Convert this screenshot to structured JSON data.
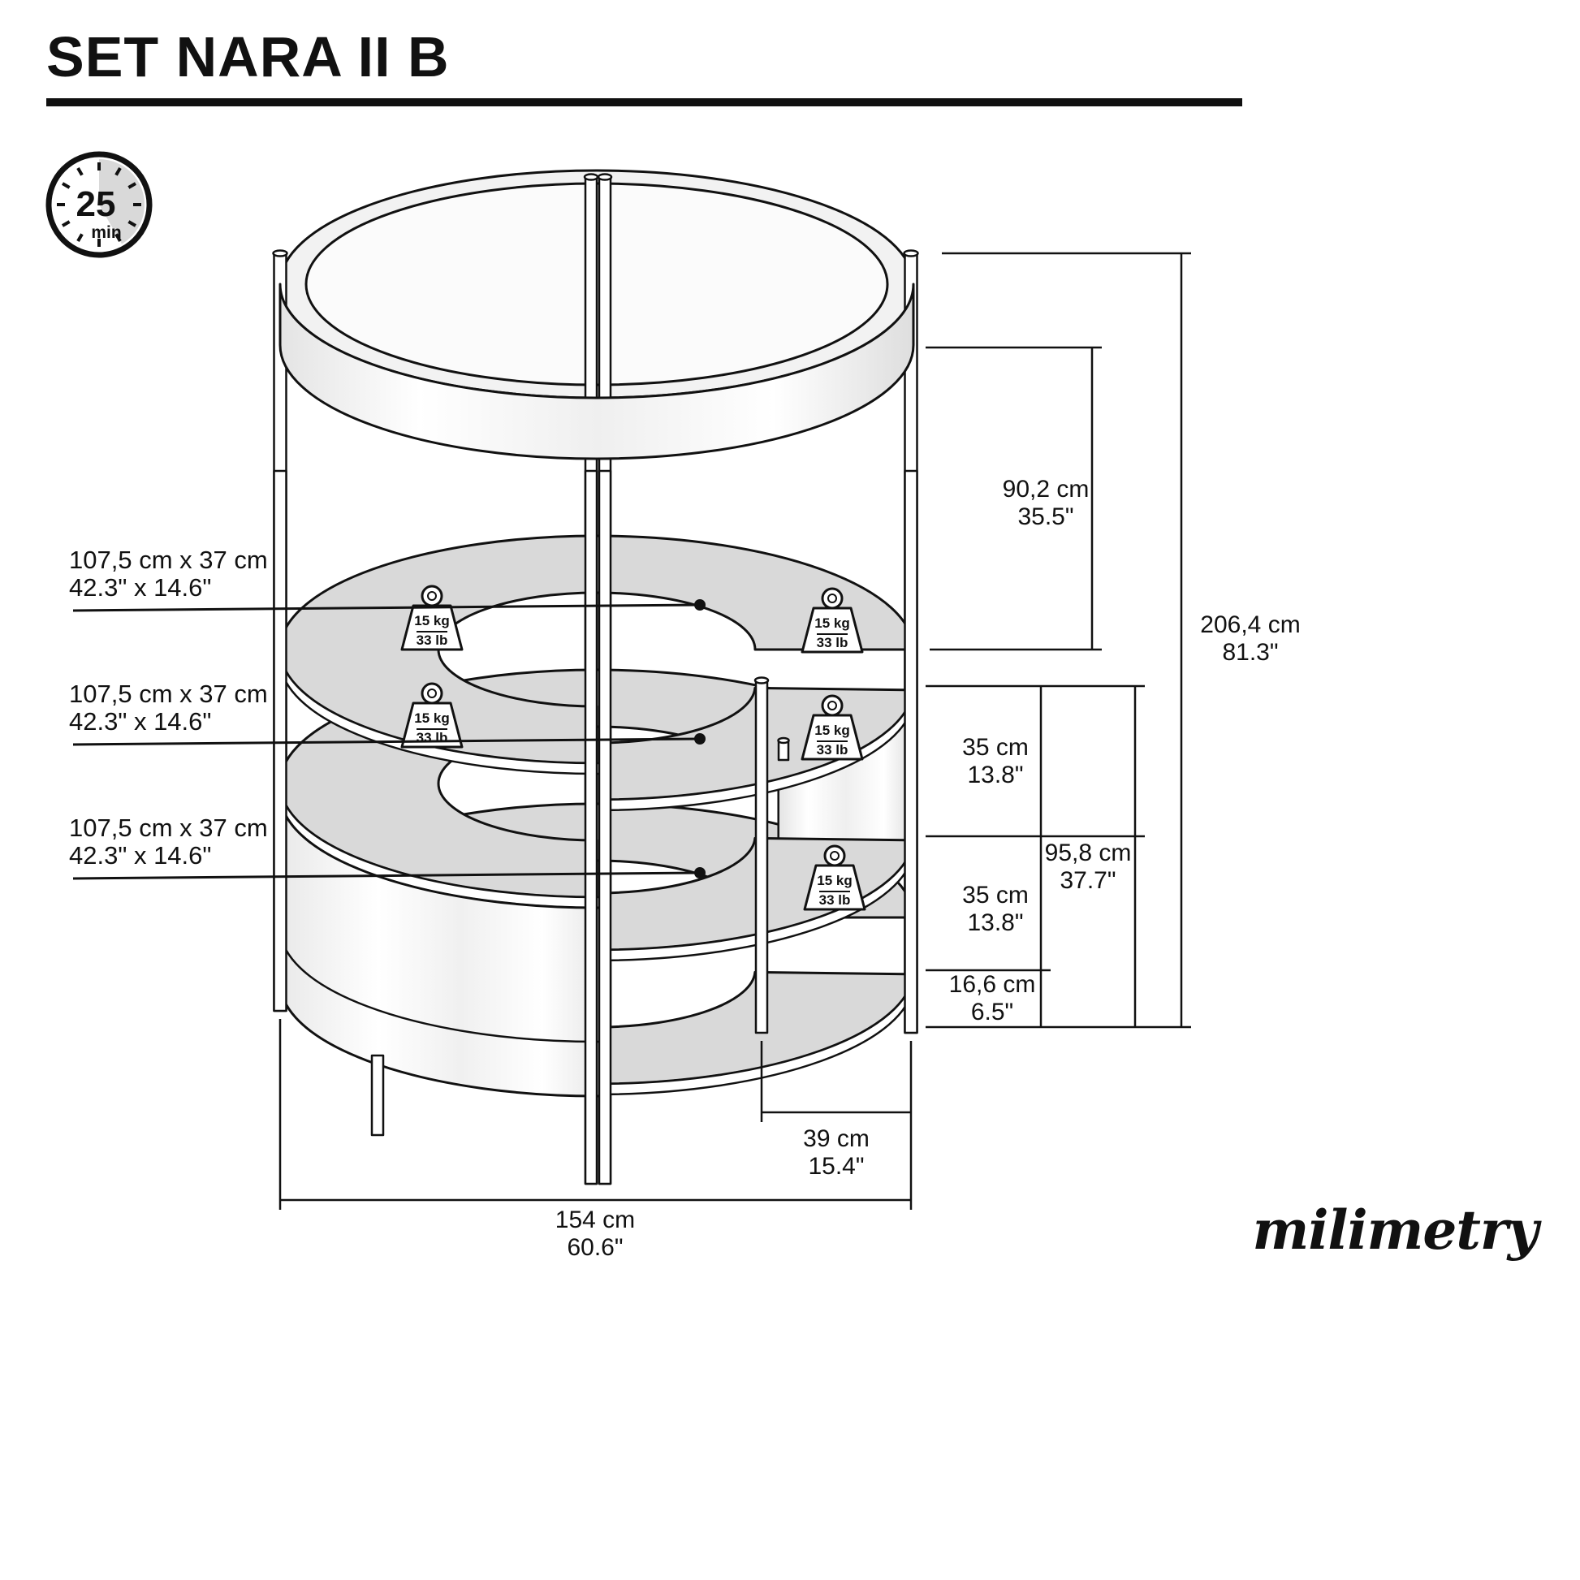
{
  "header": {
    "title": "SET NARA II B"
  },
  "assembly": {
    "minutes": "25",
    "unit": "min"
  },
  "shelf_labels": [
    {
      "metric": "107,5 cm x 37 cm",
      "imperial": "42.3\" x 14.6\""
    },
    {
      "metric": "107,5 cm x 37 cm",
      "imperial": "42.3\" x 14.6\""
    },
    {
      "metric": "107,5 cm x 37 cm",
      "imperial": "42.3\" x 14.6\""
    }
  ],
  "weight_capacity": {
    "metric": "15 kg",
    "imperial": "33 lb"
  },
  "dimensions": {
    "hanging_height": {
      "metric": "90,2 cm",
      "imperial": "35.5\""
    },
    "total_height": {
      "metric": "206,4 cm",
      "imperial": "81.3\""
    },
    "upper_shelf_gap": {
      "metric": "35 cm",
      "imperial": "13.8\""
    },
    "column_height": {
      "metric": "95,8 cm",
      "imperial": "37.7\""
    },
    "lower_shelf_gap": {
      "metric": "35 cm",
      "imperial": "13.8\""
    },
    "bottom_clearance": {
      "metric": "16,6 cm",
      "imperial": "6.5\""
    },
    "column_depth": {
      "metric": "39 cm",
      "imperial": "15.4\""
    },
    "total_width": {
      "metric": "154 cm",
      "imperial": "60.6\""
    }
  },
  "brand": {
    "logo": "milimetry"
  },
  "colors": {
    "ink": "#111111",
    "shelf": "#d9d9d9",
    "panel_shade": "#e8e8e8"
  }
}
